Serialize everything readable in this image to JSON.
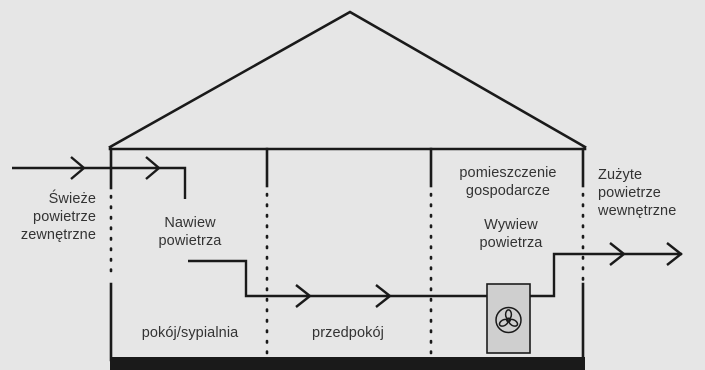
{
  "labels": {
    "fresh_air": "Świeże\npowietrze\nzewnętrzne",
    "supply_air": "Nawiew\npowietrza",
    "utility_room": "pomieszczenie\ngospodarcze",
    "extract_air": "Wywiew\npowietrza",
    "exhaust_air": "Zużyte\npowietrze\nwewnętrzne",
    "bedroom": "pokój/sypialnia",
    "hallway": "przedpokój"
  },
  "icons": {
    "unit": "fan-icon"
  },
  "colors": {
    "background": "#e6e6e6",
    "line": "#1a1a1a",
    "text": "#333333",
    "unit_fill": "#cfcfcf"
  }
}
